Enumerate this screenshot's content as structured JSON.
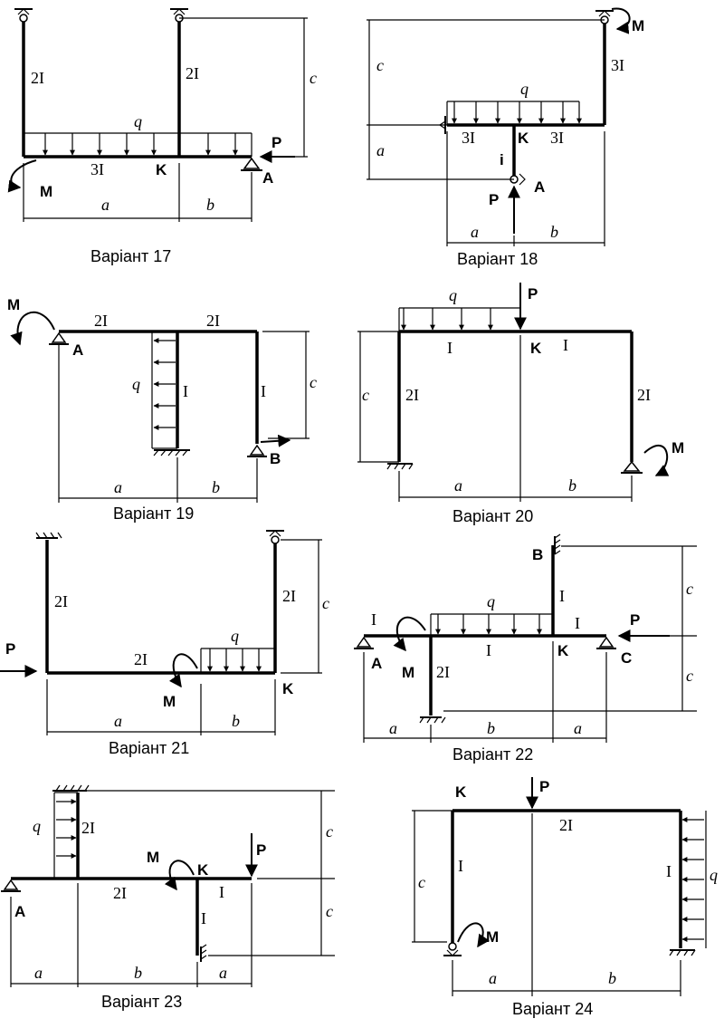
{
  "variants": [
    {
      "caption": "Варіант 17",
      "labels": {
        "I1": "2I",
        "I2": "2I",
        "I3": "3I",
        "q": "q",
        "P": "P",
        "M": "M",
        "K": "K",
        "A": "A",
        "a": "a",
        "b": "b",
        "c": "c"
      }
    },
    {
      "caption": "Варіант 18",
      "labels": {
        "I1": "3I",
        "I2": "3I",
        "I3": "3I",
        "q": "q",
        "M": "M",
        "K": "K",
        "P": "P",
        "A": "A",
        "i": "i",
        "a": "a",
        "b": "b",
        "c": "c",
        "a_dim": "a"
      }
    },
    {
      "caption": "Варіант 19",
      "labels": {
        "M": "M",
        "A": "A",
        "I1": "2I",
        "I2": "2I",
        "I3": "I",
        "I4": "I",
        "q": "q",
        "B": "B",
        "a": "a",
        "b": "b",
        "c": "c"
      }
    },
    {
      "caption": "Варіант 20",
      "labels": {
        "q": "q",
        "P": "P",
        "I1": "I",
        "I2": "I",
        "K": "K",
        "I3": "2I",
        "I4": "2I",
        "M": "M",
        "a": "a",
        "b": "b",
        "c": "c"
      }
    },
    {
      "caption": "Варіант 21",
      "labels": {
        "I1": "2I",
        "I2": "2I",
        "I3": "2I",
        "P": "P",
        "q": "q",
        "M": "M",
        "K": "K",
        "a": "a",
        "b": "b",
        "c": "c"
      }
    },
    {
      "caption": "Варіант 22",
      "labels": {
        "B": "B",
        "I1": "I",
        "I2": "I",
        "I3": "I",
        "I4": "I",
        "q": "q",
        "P": "P",
        "A": "A",
        "M": "M",
        "I5": "2I",
        "K": "K",
        "C": "C",
        "a1": "a",
        "b": "b",
        "a2": "a",
        "c1": "c",
        "c2": "c"
      }
    },
    {
      "caption": "Варіант 23",
      "labels": {
        "q": "q",
        "I1": "2I",
        "I2": "2I",
        "M": "M",
        "K": "K",
        "P": "P",
        "I3": "I",
        "I4": "I",
        "A": "A",
        "a1": "a",
        "b": "b",
        "a2": "a",
        "c1": "c",
        "c2": "c"
      }
    },
    {
      "caption": "Варіант 24",
      "labels": {
        "K": "K",
        "P": "P",
        "I1": "2I",
        "I2": "I",
        "I3": "I",
        "q": "q",
        "M": "M",
        "a": "a",
        "b": "b",
        "c": "c"
      }
    }
  ]
}
